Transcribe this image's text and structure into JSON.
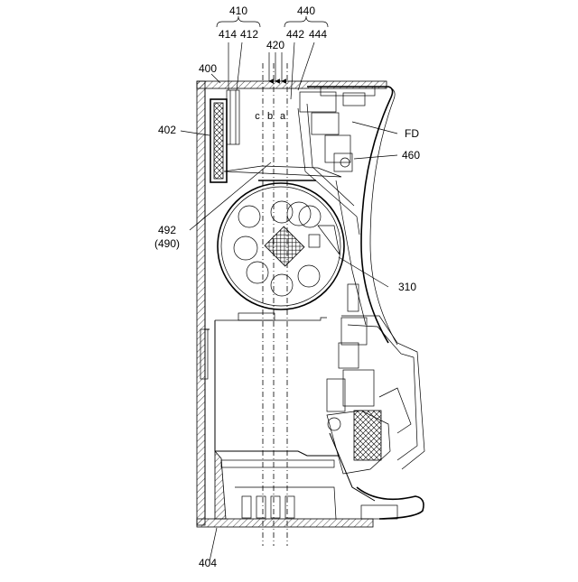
{
  "labels": {
    "l410": "410",
    "l414": "414",
    "l412": "412",
    "l440": "440",
    "l442": "442",
    "l444": "444",
    "l420": "420",
    "l400": "400",
    "l402": "402",
    "lFD": "FD",
    "l460": "460",
    "l492": "492",
    "l490": "(490)",
    "l310": "310",
    "l404": "404",
    "lc": "c",
    "lb": "b",
    "la": "a"
  }
}
